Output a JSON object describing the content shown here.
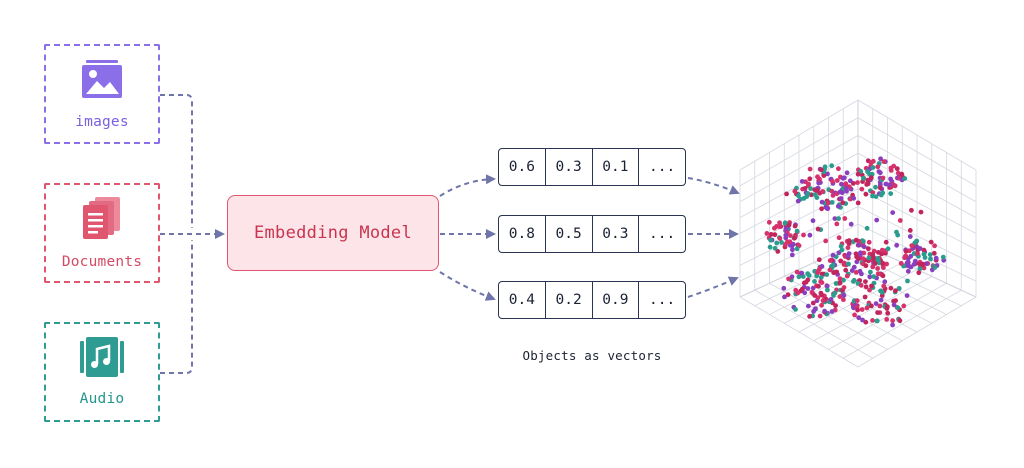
{
  "sources": [
    {
      "label": "images",
      "icon": "image-icon",
      "color": "#8b6fe8"
    },
    {
      "label": "Documents",
      "icon": "documents-icon",
      "color": "#e0566f"
    },
    {
      "label": "Audio",
      "icon": "music-icon",
      "color": "#2f9c93"
    }
  ],
  "model": {
    "label": "Embedding Model",
    "color": "#e0566f",
    "fill": "#fde4e8"
  },
  "vectors": [
    {
      "values": [
        "0.6",
        "0.3",
        "0.1",
        "..."
      ]
    },
    {
      "values": [
        "0.8",
        "0.5",
        "0.3",
        "..."
      ]
    },
    {
      "values": [
        "0.4",
        "0.2",
        "0.9",
        "..."
      ]
    }
  ],
  "caption": "Objects as vectors",
  "space": {
    "icon": "vector-space-3d-scatter",
    "point_colors": [
      "#d6336c",
      "#8a3fbf",
      "#2a9d8f",
      "#c2255c"
    ]
  },
  "arrow_color": "#6f75a8"
}
